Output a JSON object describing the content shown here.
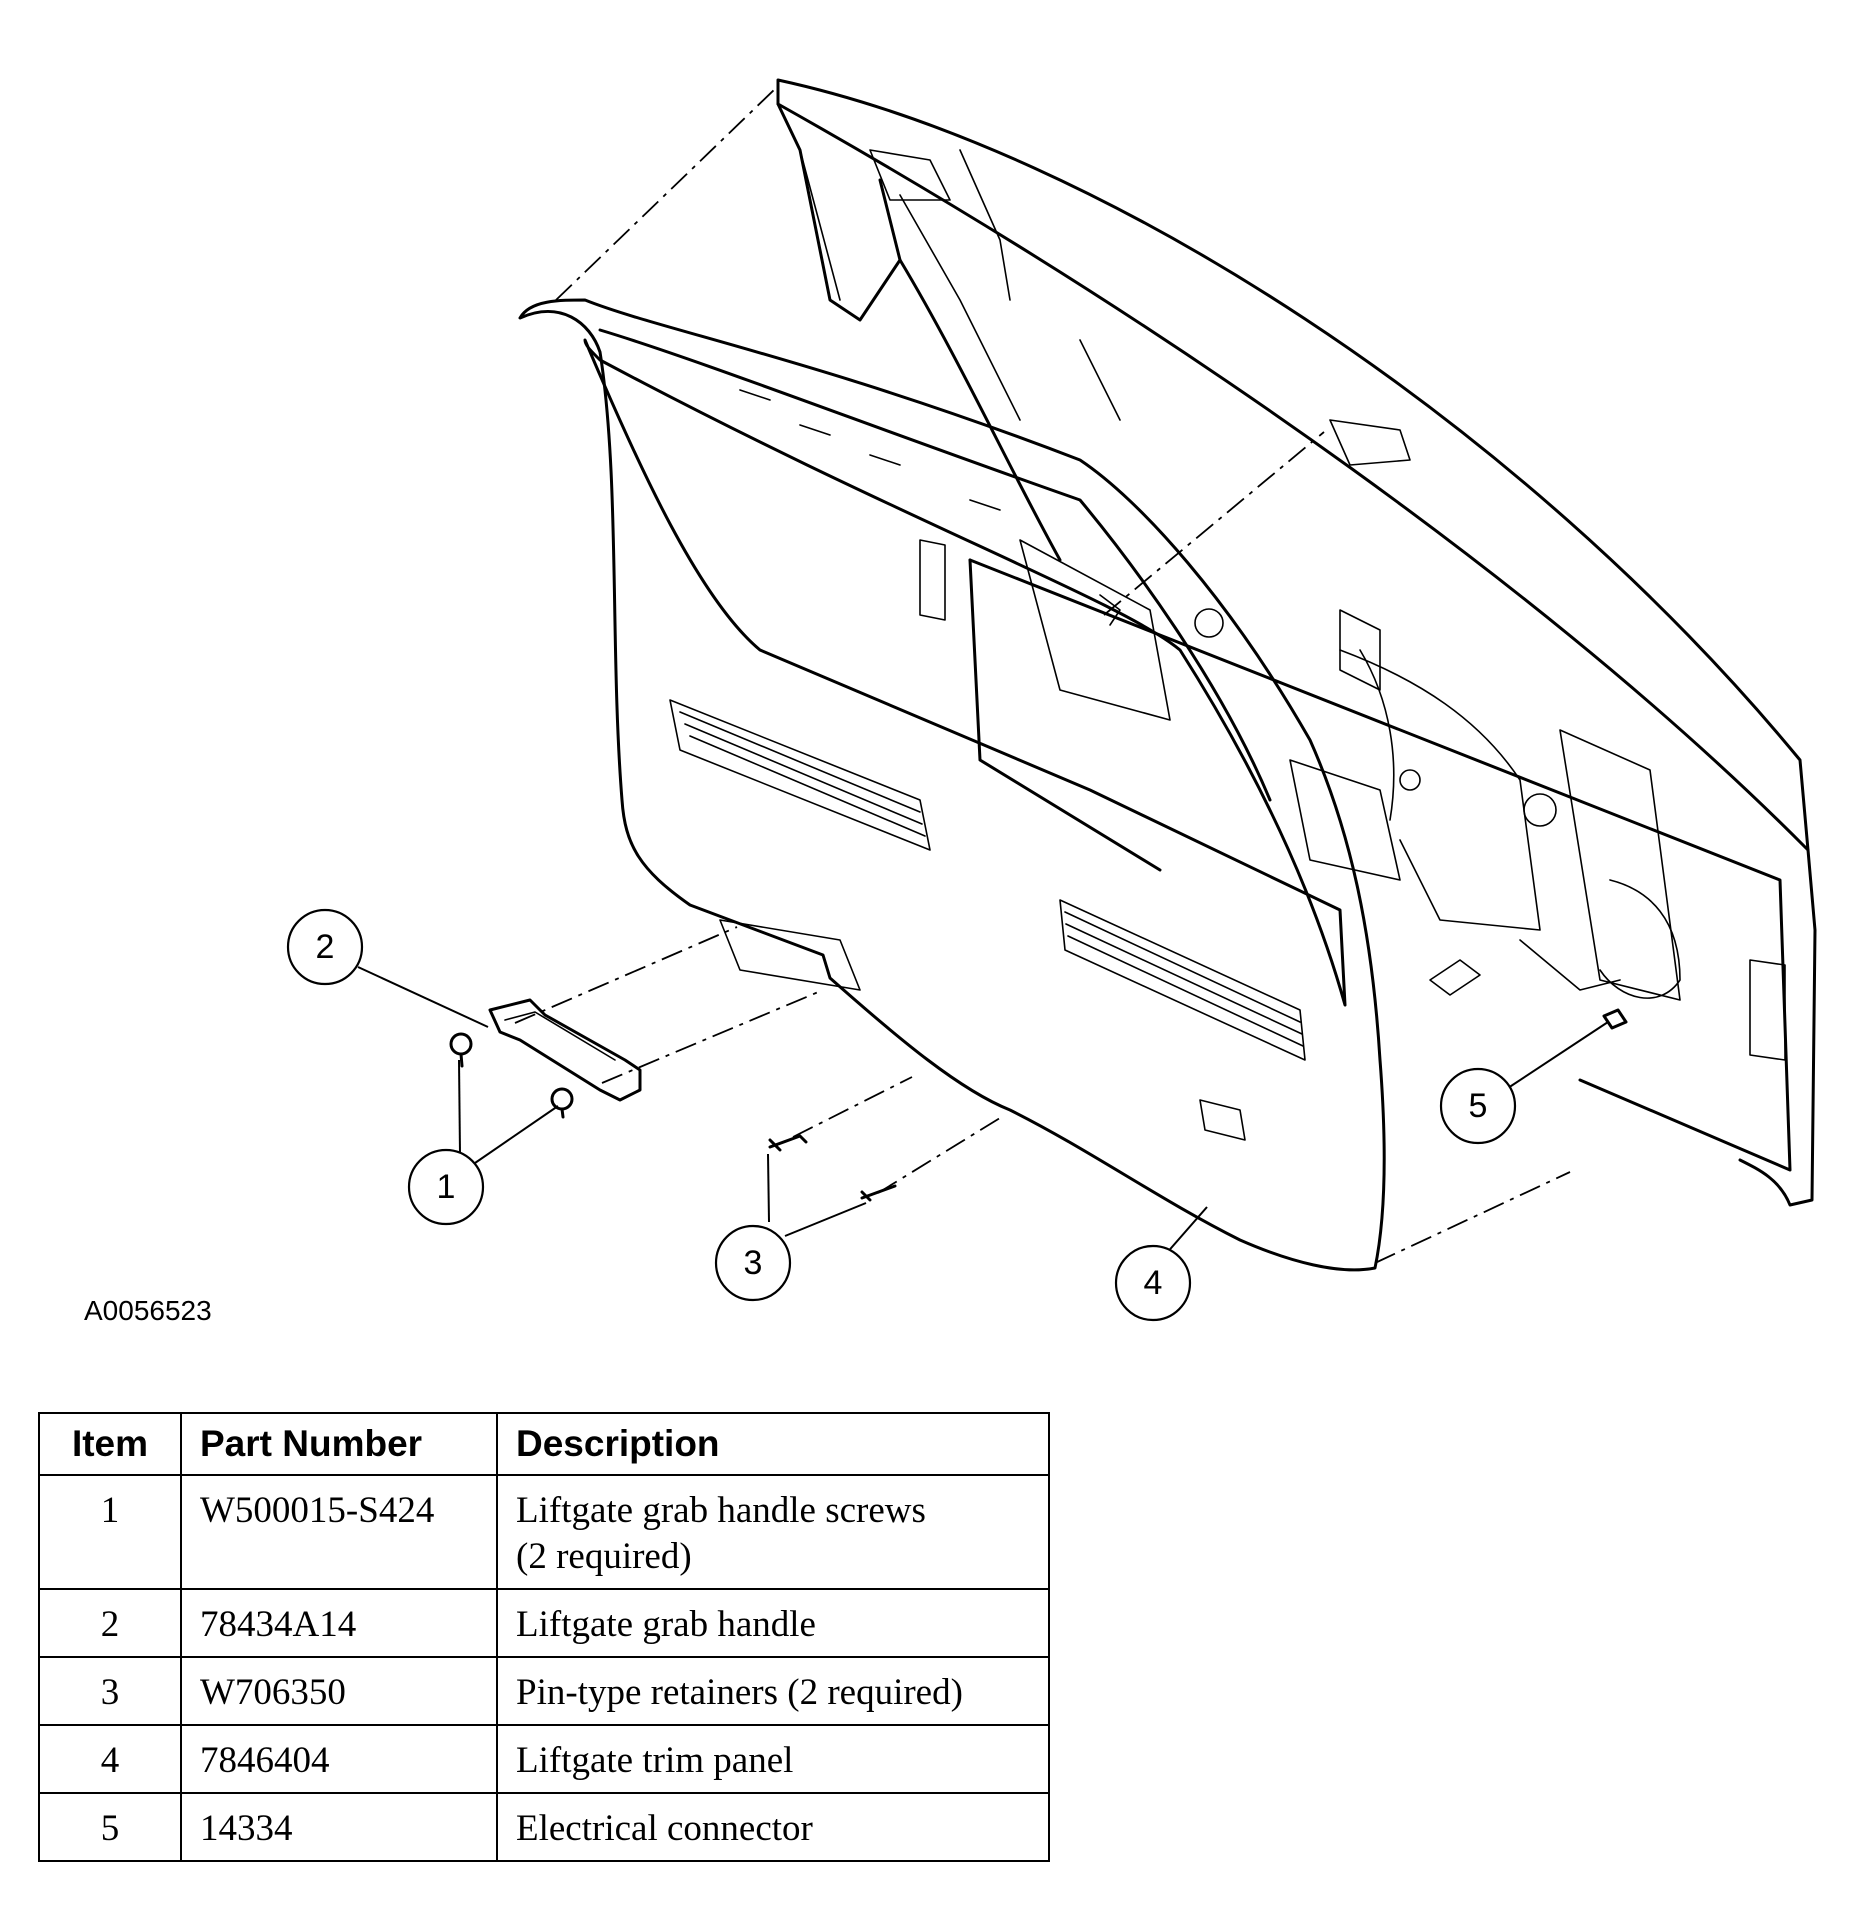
{
  "figure_id": "A0056523",
  "callouts": [
    "1",
    "2",
    "3",
    "4",
    "5"
  ],
  "table": {
    "headers": [
      "Item",
      "Part Number",
      "Description"
    ],
    "rows": [
      {
        "item": "1",
        "part_number": "W500015-S424",
        "description_line1": "Liftgate grab handle screws",
        "description_line2": "(2 required)"
      },
      {
        "item": "2",
        "part_number": "78434A14",
        "description_line1": "Liftgate grab handle"
      },
      {
        "item": "3",
        "part_number": "W706350",
        "description_line1": "Pin-type retainers (2 required)"
      },
      {
        "item": "4",
        "part_number": "7846404",
        "description_line1": "Liftgate trim panel"
      },
      {
        "item": "5",
        "part_number": "14334",
        "description_line1": "Electrical connector"
      }
    ]
  }
}
